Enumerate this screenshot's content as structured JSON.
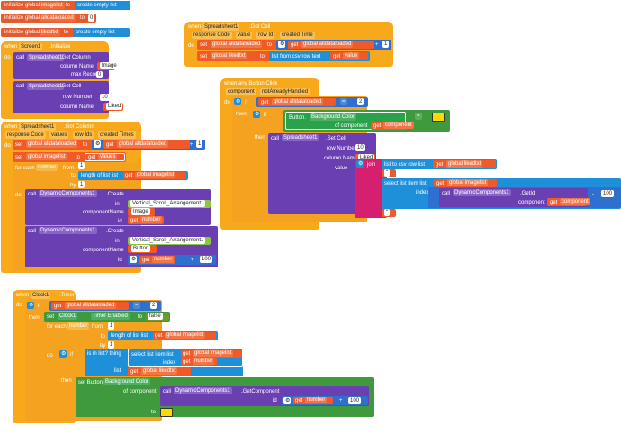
{
  "globals": [
    {
      "keyword": "initialize global",
      "name": "imagelist",
      "to": "to",
      "value": "create empty list"
    },
    {
      "keyword": "initialize global",
      "name": "alldataloaded",
      "to": "to",
      "value": "0"
    },
    {
      "keyword": "initialize global",
      "name": "likedtxt",
      "to": "to",
      "value": "create empty list"
    }
  ],
  "screen_init": {
    "when": "when",
    "component": "Screen1",
    "event": ".Initialize",
    "do": "do",
    "call1": {
      "call": "call",
      "component": "Spreadsheet1",
      "method": ".Get Column",
      "params": [
        {
          "label": "column Name",
          "value": "Image"
        },
        {
          "label": "max Record",
          "value": "0"
        }
      ]
    },
    "call2": {
      "call": "call",
      "component": "Spreadsheet1",
      "method": ".Get Cell",
      "params": [
        {
          "label": "row Number",
          "value": "10"
        },
        {
          "label": "column Name",
          "value": "Liked"
        }
      ]
    }
  },
  "got_column": {
    "when": "when",
    "component": "Spreadsheet1",
    "event": ".Got Column",
    "params": [
      "response Code",
      "values",
      "row Ids",
      "created Times"
    ],
    "do": "do",
    "set1": {
      "set": "set",
      "var": "global alldataloaded",
      "to": "to",
      "get": "get",
      "getvar": "global alldataloaded",
      "plus": "+",
      "n": "1"
    },
    "set2": {
      "set": "set",
      "var": "global imagelist",
      "to": "to",
      "get": "get",
      "getvar": "values"
    },
    "for": {
      "label": "for each",
      "var": "number",
      "from": "from",
      "from_v": "1",
      "to": "to",
      "length": "length of list  list",
      "get": "get",
      "getvar": "global imagelist",
      "by": "by",
      "by_v": "1"
    },
    "do2": "do",
    "create1": {
      "call": "call",
      "component": "DynamicComponents1",
      "method": ".Create",
      "in_lbl": "in",
      "in_v": "Vertical_Scroll_Arrangement1",
      "comp_lbl": "componentName",
      "comp_v": "Image",
      "id_lbl": "id",
      "get": "get",
      "getvar": "number"
    },
    "create2": {
      "call": "call",
      "component": "DynamicComponents1",
      "method": ".Create",
      "in_lbl": "in",
      "in_v": "Vertical_Scroll_Arrangement1",
      "comp_lbl": "componentName",
      "comp_v": "Button",
      "id_lbl": "id",
      "get": "get",
      "getvar": "number",
      "plus": "+",
      "n": "100"
    }
  },
  "got_cell": {
    "when": "when",
    "component": "Spreadsheet1",
    "event": ".Got Cell",
    "params": [
      "response Code",
      "value",
      "row Id",
      "created Time"
    ],
    "do": "do",
    "set1": {
      "set": "set",
      "var": "global alldataloaded",
      "to": "to",
      "get": "get",
      "getvar": "global alldataloaded",
      "plus": "+",
      "n": "1"
    },
    "set2": {
      "set": "set",
      "var": "global likedtxt",
      "to": "to",
      "fn": "list from csv row  text",
      "get": "get",
      "getvar": "value"
    }
  },
  "any_button": {
    "when": "when any Button.Click",
    "params": [
      "component",
      "notAlreadyHandled"
    ],
    "do": "do",
    "if": "if",
    "get": "get",
    "getvar": "global alldataloaded",
    "eq": "=",
    "n": "2",
    "then": "then",
    "if2": "if",
    "btn": "Button.",
    "prop": "Background Color",
    "of": "of component",
    "getvar2": "component",
    "then2": "then",
    "setcell": {
      "call": "call",
      "component": "Spreadsheet1",
      "method": ".Set Cell",
      "row_lbl": "row Number",
      "row_v": "10",
      "col_lbl": "column Name",
      "col_v": "Liked",
      "val_lbl": "value",
      "join": "join",
      "csv": "list to csv row  list",
      "getvar": "global likedtxt",
      "quote1": "\"",
      "select": "select list item  list",
      "getvar_sel": "global imagelist",
      "index": "index",
      "getid_call": "call",
      "getid_comp": "DynamicComponents1",
      "getid_method": ".GetId",
      "getid_lbl": "component",
      "getid_var": "component",
      "minus": "-",
      "n100": "100",
      "quote2": "\""
    }
  },
  "clock": {
    "when": "when",
    "component": "Clock1",
    "event": ".Timer",
    "do": "do",
    "if": "if",
    "get": "get",
    "getvar": "global alldataloaded",
    "eq": "=",
    "n": "2",
    "then": "then",
    "set_timer": {
      "set": "set",
      "component": "Clock1",
      "prop": "Timer Enabled",
      "to": "to",
      "value": "false"
    },
    "for": {
      "label": "for each",
      "var": "number",
      "from": "from",
      "from_v": "1",
      "to": "to",
      "length": "length of list  list",
      "getvar": "global imagelist",
      "by": "by",
      "by_v": "1"
    },
    "do2": "do",
    "if2": "if",
    "inlist": "is in list?  thing",
    "select": "select list item  list",
    "getvar_sel": "global imagelist",
    "index": "index",
    "getvar_idx": "number",
    "list_lbl": "list",
    "getvar_list": "global likedtxt",
    "then2": "then",
    "set_btn": {
      "set": "set Button.",
      "prop": "Background Color",
      "of": "of component",
      "call": "call",
      "comp": "DynamicComponents1",
      "method": ".GetComponent",
      "id_lbl": "id",
      "get": "get",
      "getvar": "number",
      "plus": "+",
      "n": "100",
      "to": "to"
    }
  }
}
